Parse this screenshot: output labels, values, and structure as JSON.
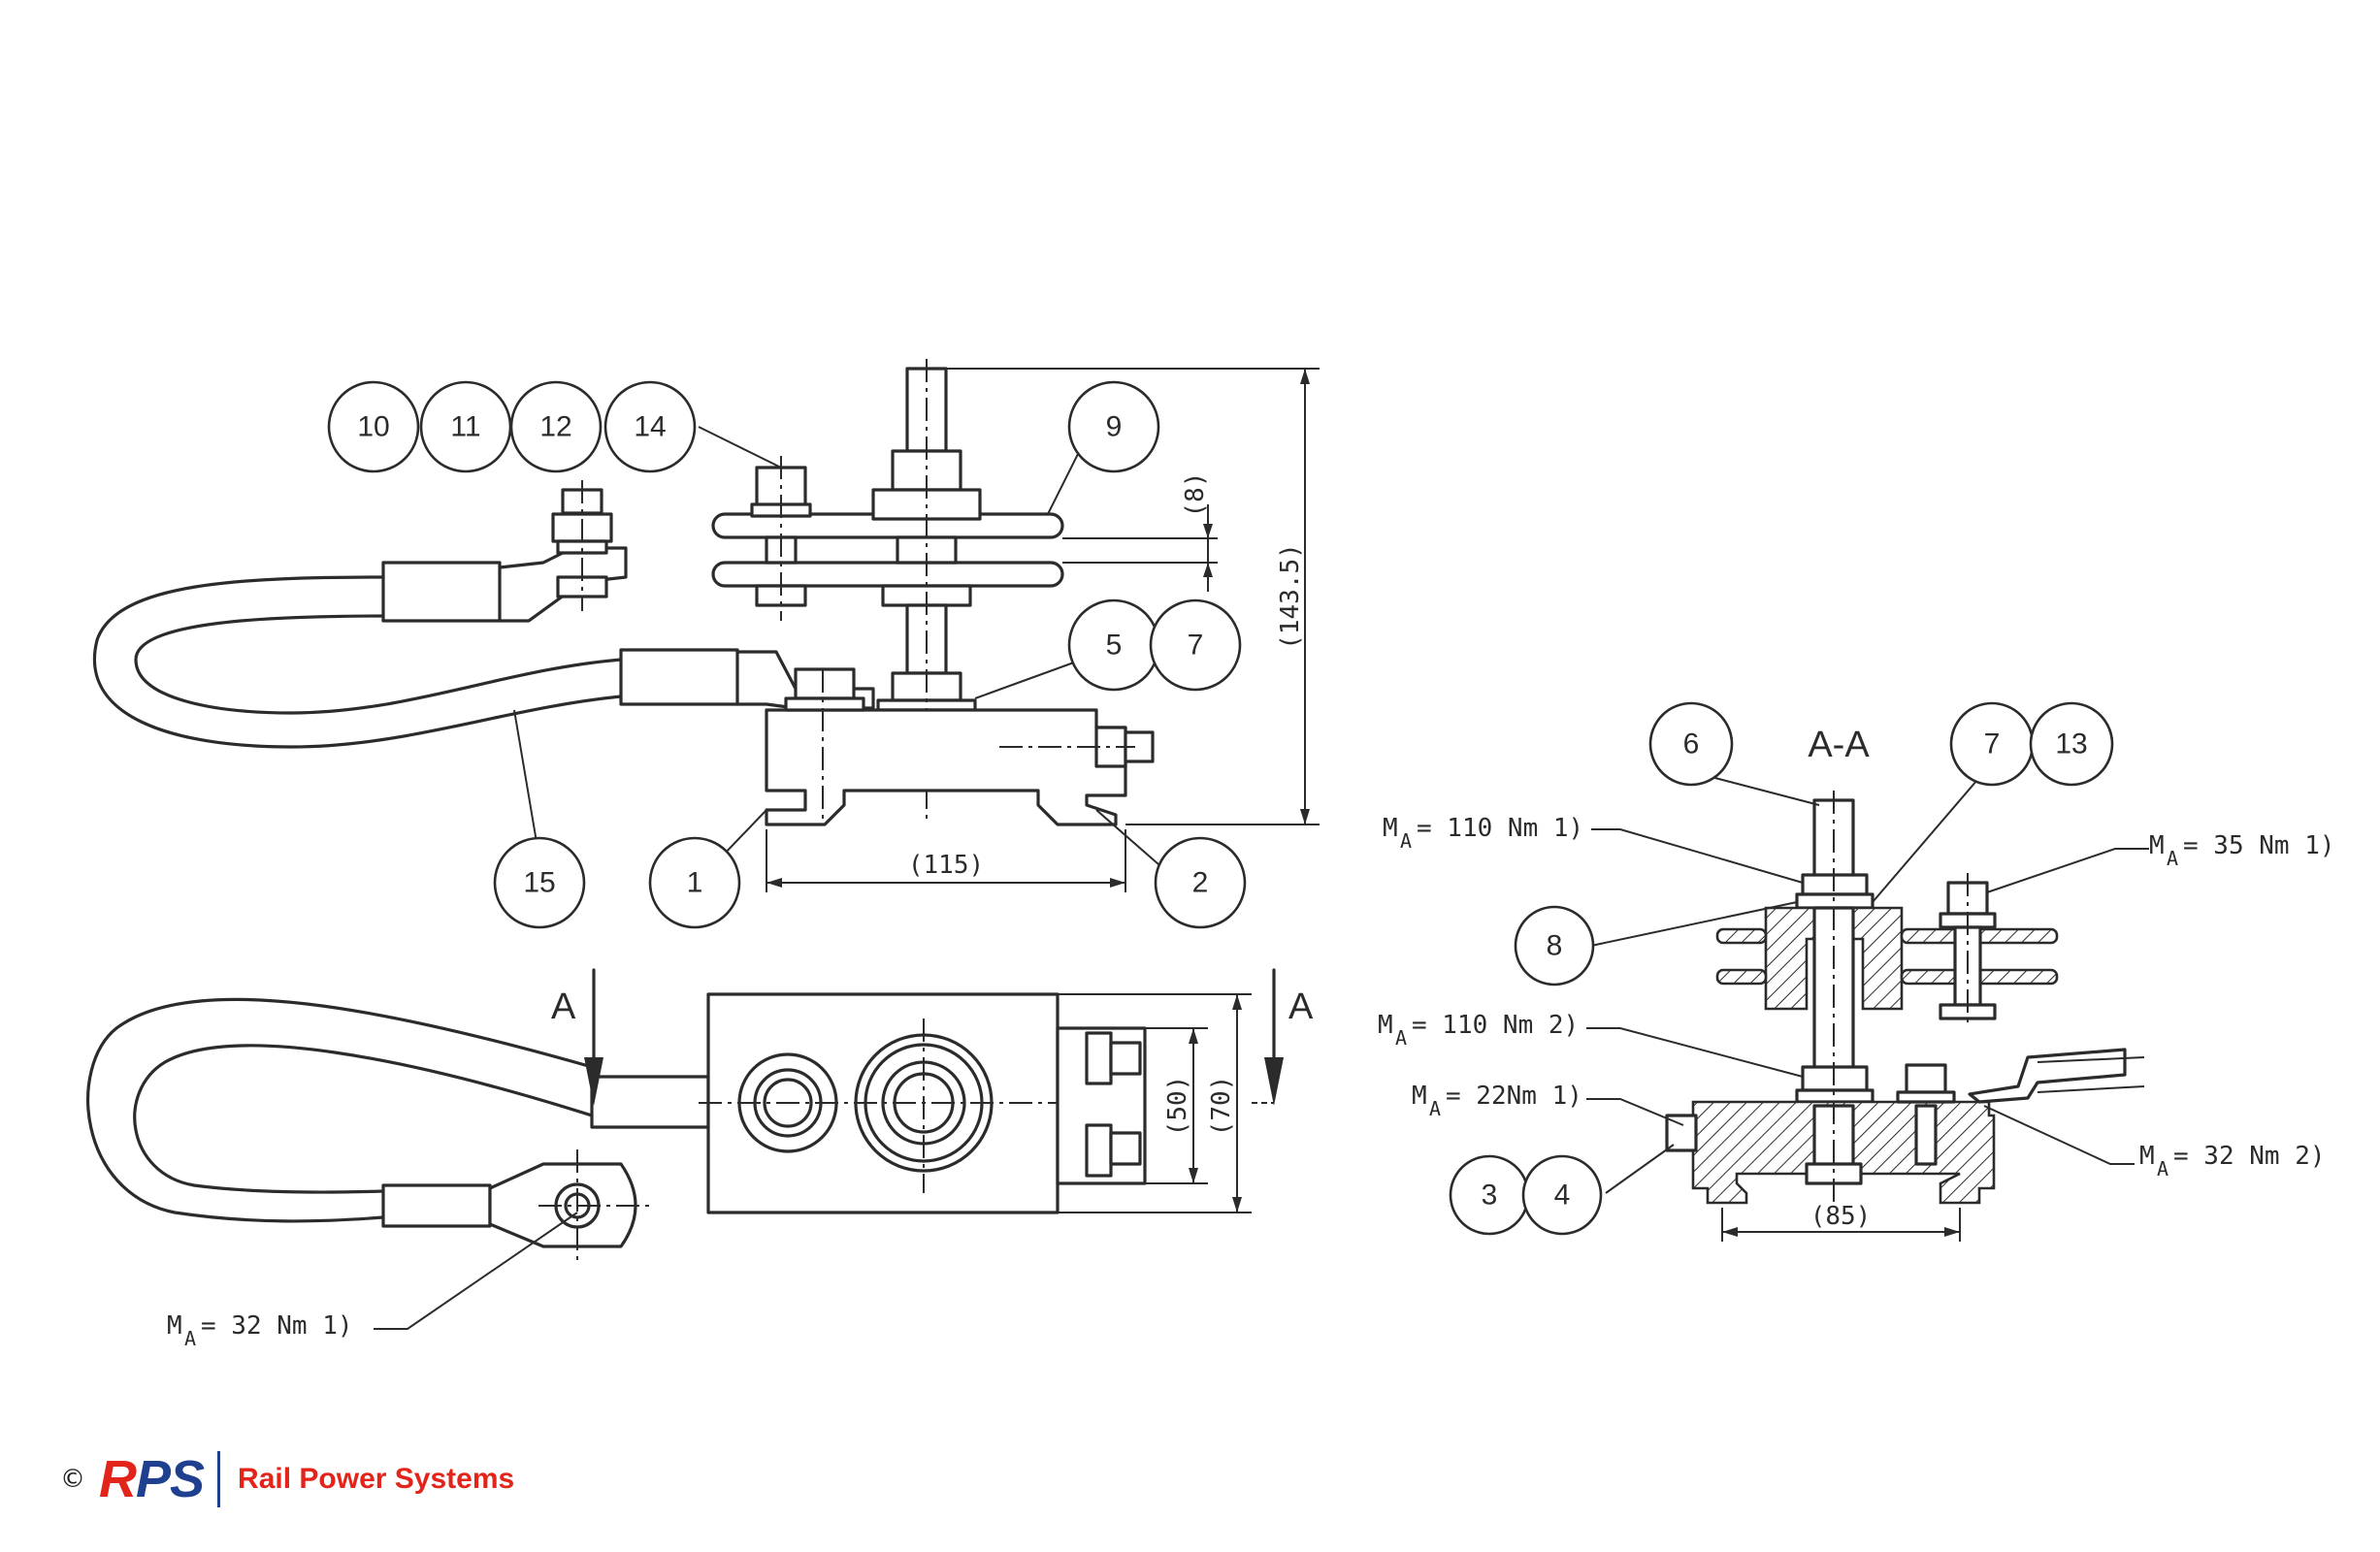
{
  "callouts": {
    "b10": "10",
    "b11": "11",
    "b12": "12",
    "b14": "14",
    "b9": "9",
    "b5": "5",
    "b7": "7",
    "b15": "15",
    "b1": "1",
    "b2": "2",
    "b6": "6",
    "b7s": "7",
    "b13": "13",
    "b8": "8",
    "b3": "3",
    "b4": "4"
  },
  "dimensions": {
    "d8": "(8)",
    "d143": "(143.5)",
    "d115": "(115)",
    "d50": "(50)",
    "d70": "(70)",
    "d85": "(85)"
  },
  "section": {
    "cut_a_left": "A",
    "cut_a_right": "A",
    "title": "A-A"
  },
  "torque": {
    "m110_1": {
      "sym": "M",
      "sub": "A",
      "val": "=  110  Nm  1)"
    },
    "m110_2": {
      "sym": "M",
      "sub": "A",
      "val": "=  110  Nm  2)"
    },
    "m22_1": {
      "sym": "M",
      "sub": "A",
      "val": "=  22Nm  1)"
    },
    "m35_1": {
      "sym": "M",
      "sub": "A",
      "val": "=  35  Nm  1)"
    },
    "m32_2": {
      "sym": "M",
      "sub": "A",
      "val": "=  32  Nm  2)"
    },
    "m32_1": {
      "sym": "M",
      "sub": "A",
      "val": "=  32  Nm  1)"
    }
  },
  "footer": {
    "copyright": "©",
    "logo_r": "R",
    "logo_ps": "PS",
    "company": "Rail Power Systems"
  }
}
